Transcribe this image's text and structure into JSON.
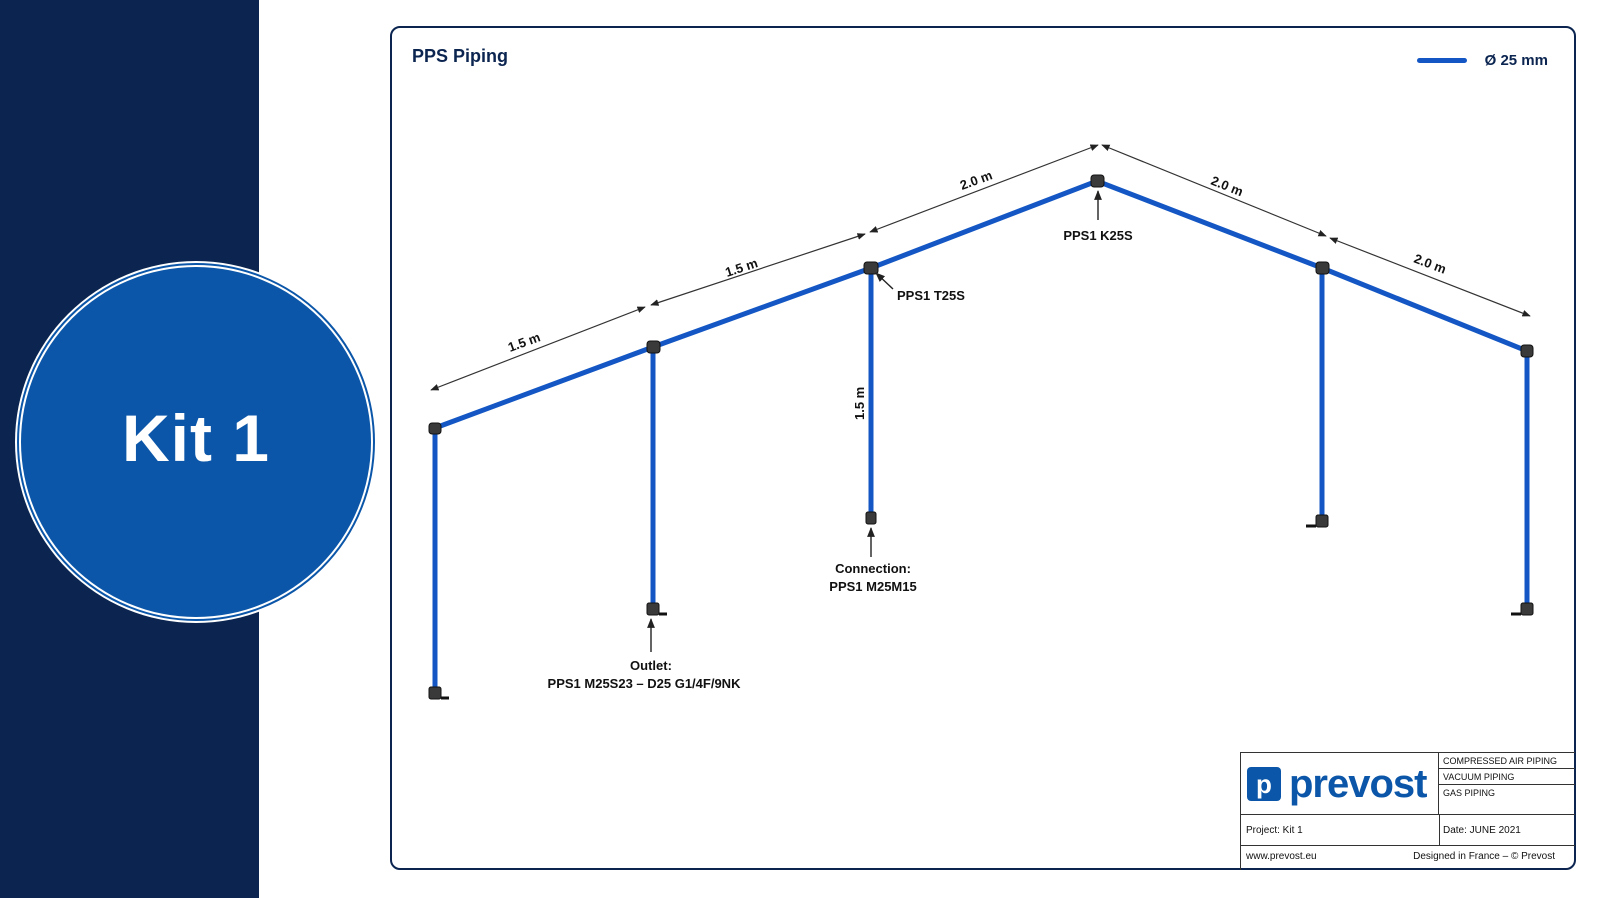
{
  "badge": {
    "title": "Kit 1"
  },
  "sheet": {
    "title": "PPS Piping",
    "legend": {
      "label": "Ø 25 mm",
      "color": "#1457c4"
    }
  },
  "diagram": {
    "pipe_color": "#1457c4",
    "dimensions": {
      "seg1": "1.5 m",
      "seg2": "1.5 m",
      "seg3": "2.0 m",
      "seg4": "2.0 m",
      "seg5": "2.0 m",
      "drop": "1.5 m"
    },
    "labels": {
      "tee": "PPS1 T25S",
      "elbow": "PPS1 K25S",
      "connection_title": "Connection:",
      "connection_part": "PPS1 M25M15",
      "outlet_title": "Outlet:",
      "outlet_part": "PPS1 M25S23 – D25 G1/4F/9NK"
    }
  },
  "title_block": {
    "logo_mark": "p",
    "logo_text": "prevost",
    "categories": [
      "COMPRESSED AIR PIPING",
      "VACUUM PIPING",
      "GAS PIPING"
    ],
    "project": "Project: Kit 1",
    "date": "Date: JUNE 2021",
    "website": "www.prevost.eu",
    "copyright": "Designed in France – © Prevost"
  }
}
